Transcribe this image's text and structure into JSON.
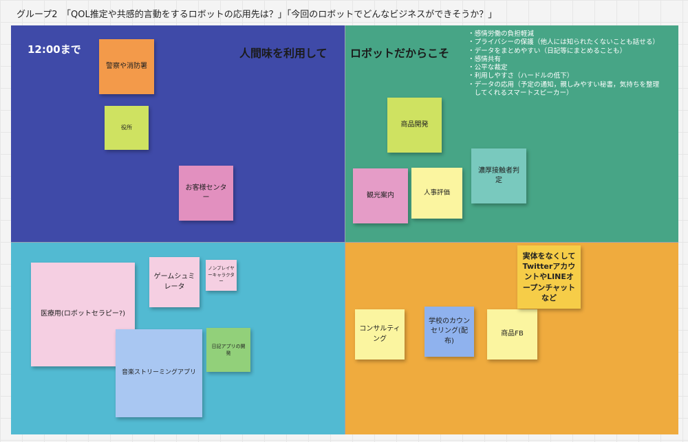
{
  "header": {
    "title": "グループ2　「QOL推定や共感的言動をするロボットの応用先は？」「今回のロボットでどんなビジネスができそうか？」"
  },
  "board": {
    "time_label": "12:00まで",
    "quadrant_tl_label": "人間味を利用して",
    "quadrant_tr_label": "ロボットだからこそ",
    "tr_bullets": [
      "・感情労働の負担軽減",
      "・プライバシーの保護（他人には知られたくないことも話せる）",
      "・データをまとめやすい（日記等にまとめることも）",
      "・感情共有",
      "・公平な裁定",
      "・利用しやすさ（ハードルの低下）",
      "・データの応用（予定の通知，親しみやすい秘書，気持ちを整理",
      "　してくれるスマートスピーカー）"
    ]
  },
  "notes": {
    "police": "警察や消防署",
    "city_office": "役所",
    "customer_center": "お客様センター",
    "product_dev": "商品開発",
    "tourism": "観光案内",
    "hr_eval": "人事評価",
    "contact_tracing": "濃厚接触者判定",
    "medical": "医療用(ロボットセラピー?)",
    "game_sim": "ゲームシュミレータ",
    "npc": "ノンプレイヤーキャラクター",
    "music_app": "音楽ストリーミングアプリ",
    "diary_app": "日記アプリの開発",
    "consulting": "コンサルティング",
    "school_counseling": "学校のカウンセリング(配布)",
    "product_fb": "商品FB",
    "virtual": "実体をなくしてTwitterアカウントやLINEオープンチャットなど"
  },
  "colors": {
    "quadrant_top_left": "#3f4aa8",
    "quadrant_top_right": "#47a586",
    "quadrant_bottom_left": "#52bad2",
    "quadrant_bottom_right": "#efab3e"
  }
}
